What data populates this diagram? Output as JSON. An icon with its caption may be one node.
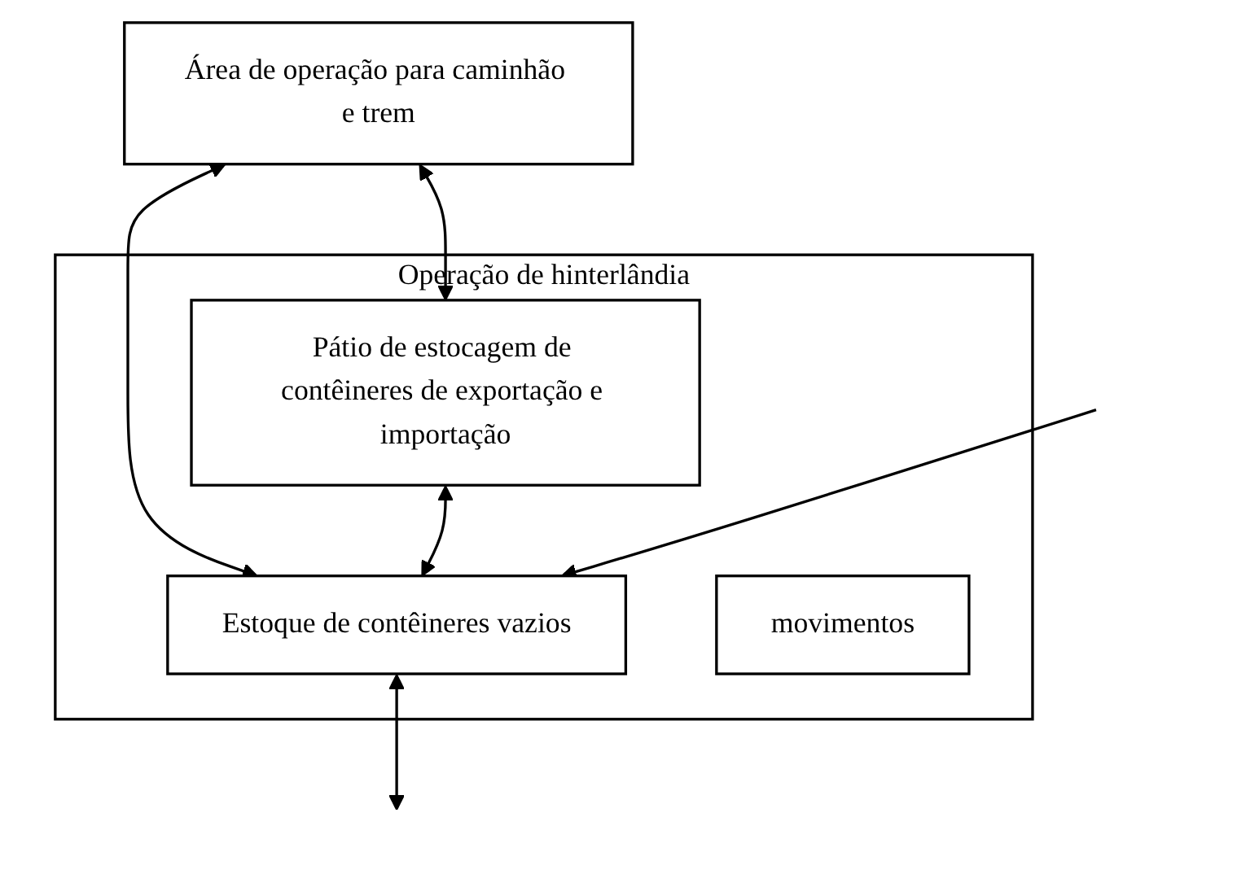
{
  "diagram": {
    "nodes": [
      {
        "text": [
          "Área de operação para caminhão e trem"
        ]
      },
      {
        "text": [
          "Operação de hinterlândia"
        ]
      },
      {
        "text": [
          "Pátio de estocagem de contêineres de exportação e importação"
        ],
        "in": 1
      },
      {
        "text": [
          "Estoque de contêineres vazios"
        ],
        "in": 1
      },
      {
        "text": [
          "movimentos"
        ],
        "in": 1
      }
    ],
    "edges": [
      {
        "from": 0,
        "to": 2,
        "arrow": "both"
      },
      {
        "from": 0,
        "to": 3,
        "arrow": "both"
      },
      {
        "from": 2,
        "to": 3,
        "arrow": "both"
      },
      {
        "from": 3,
        "to": null,
        "arrow": "both"
      },
      {
        "from": null,
        "to": 3,
        "arrow": "to"
      }
    ]
  }
}
